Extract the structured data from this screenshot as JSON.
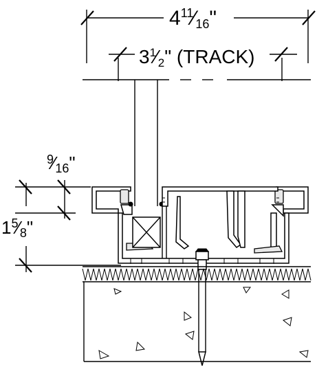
{
  "dimensions": {
    "overall_width": {
      "whole": "4",
      "num": "11",
      "den": "16",
      "unit": "\""
    },
    "track_width": {
      "whole": "3",
      "num": "1",
      "den": "2",
      "unit": "\"",
      "suffix": " (TRACK)"
    },
    "cap_height": {
      "num": "9",
      "den": "16",
      "unit": "\""
    },
    "track_height": {
      "whole": "1",
      "num": "5",
      "den": "8",
      "unit": "\""
    }
  },
  "components": [
    "panel-post",
    "aluminum-track",
    "gasket-inserts",
    "setting-block",
    "anchor-fastener",
    "sealant-bed",
    "concrete-substrate"
  ]
}
